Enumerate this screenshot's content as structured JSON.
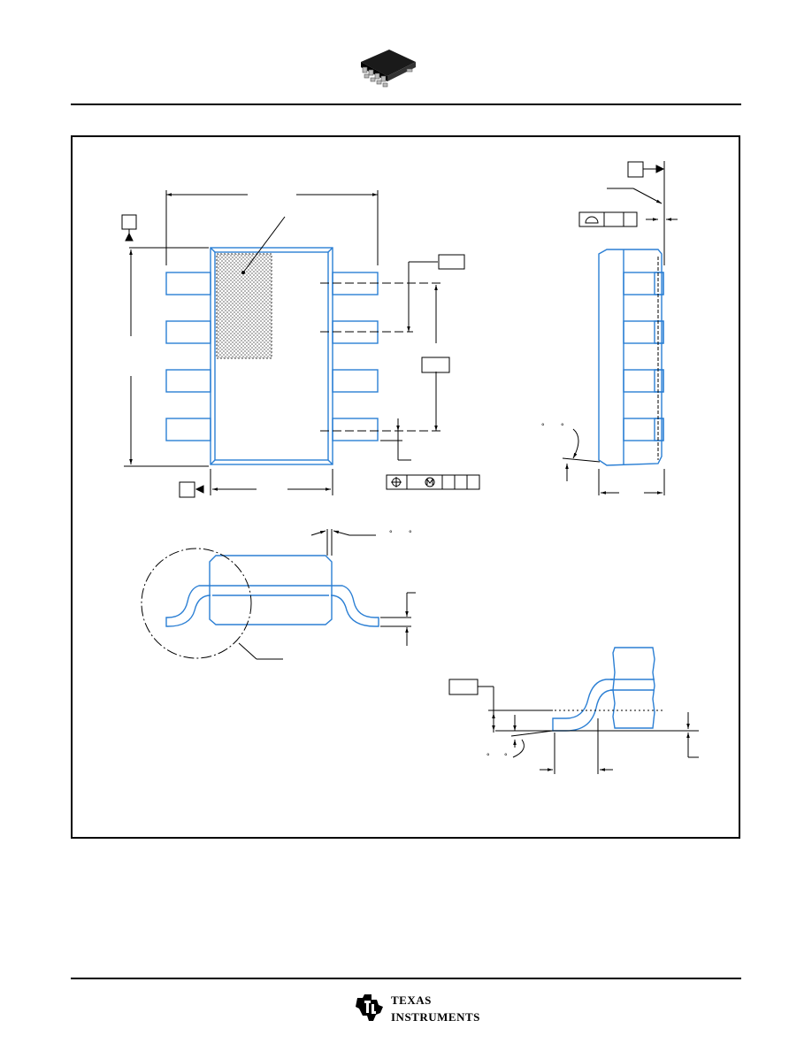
{
  "header": {
    "chip_icon": "soic-8-package-icon"
  },
  "footer": {
    "brand_line_1": "Texas",
    "brand_line_2": "Instruments",
    "logo_icon": "ti-logo-icon"
  },
  "drawing": {
    "outline_color": "#2b7fd4",
    "line_color": "#000000",
    "views": [
      "top-view",
      "side-view",
      "end-view",
      "gauge-detail"
    ],
    "datum_boxes": [
      "datum-a",
      "datum-b",
      "datum-c",
      "datum-pitch-box",
      "datum-d",
      "seating-plane-box"
    ],
    "symbols": [
      "flatness-symbol",
      "position-symbol",
      "mmc-symbol"
    ]
  }
}
